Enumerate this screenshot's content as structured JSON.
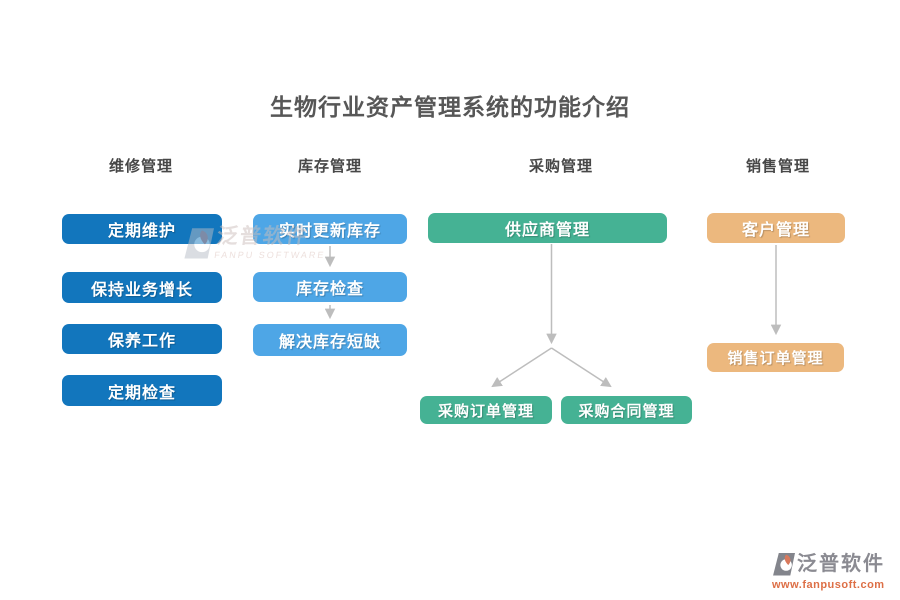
{
  "title": "生物行业资产管理系统的功能介绍",
  "columns": {
    "maintenance": {
      "header": "维修管理",
      "items": [
        "定期维护",
        "保持业务增长",
        "保养工作",
        "定期检查"
      ]
    },
    "inventory": {
      "header": "库存管理",
      "items": [
        "实时更新库存",
        "库存检查",
        "解决库存短缺"
      ]
    },
    "procurement": {
      "header": "采购管理",
      "root": "供应商管理",
      "children": [
        "采购订单管理",
        "采购合同管理"
      ]
    },
    "sales": {
      "header": "销售管理",
      "items": [
        "客户管理",
        "销售订单管理"
      ]
    }
  },
  "watermark": {
    "brand": "泛普软件",
    "brand_en": "FANPU SOFTWARE",
    "url": "www.fanpusoft.com"
  },
  "colors": {
    "maintenance_node": "#1276bd",
    "inventory_node": "#4ea6e6",
    "procurement_node": "#45b294",
    "sales_node": "#ecb87e",
    "connector": "#bdbdbd",
    "title_text": "#575757",
    "header_text": "#474747",
    "watermark_url": "#dd6f46"
  }
}
